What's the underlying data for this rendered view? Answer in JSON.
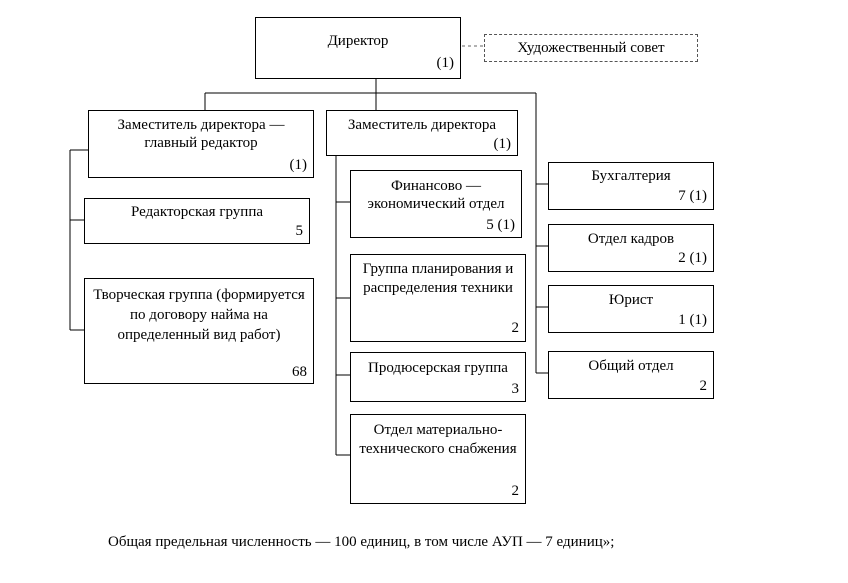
{
  "director": {
    "title": "Директор",
    "count": "(1)"
  },
  "council": {
    "title": "Художественный совет"
  },
  "deputy_editor": {
    "title": "Заместитель директора — главный редактор",
    "count": "(1)"
  },
  "editorial_group": {
    "title": "Редакторская группа",
    "count": "5"
  },
  "creative_group": {
    "title": "Творческая группа (формируется по договору найма на определенный вид работ)",
    "count": "68"
  },
  "deputy_director": {
    "title": "Заместитель директора",
    "count": "(1)"
  },
  "finance_dept": {
    "title": "Финансово — экономический отдел",
    "count": "5 (1)"
  },
  "planning_group": {
    "title": "Группа планирования и распределения техники",
    "count": "2"
  },
  "producer_group": {
    "title": "Продюсерская группа",
    "count": "3"
  },
  "supply_dept": {
    "title": "Отдел материально-технического снабжения",
    "count": "2"
  },
  "accounting": {
    "title": "Бухгалтерия",
    "count": "7 (1)"
  },
  "hr_dept": {
    "title": "Отдел кадров",
    "count": "2 (1)"
  },
  "lawyer": {
    "title": "Юрист",
    "count": "1 (1)"
  },
  "general_dept": {
    "title": "Общий отдел",
    "count": "2"
  },
  "footer": {
    "text": "Общая предельная численность — 100 единиц, в том числе АУП — 7 единиц»;"
  }
}
